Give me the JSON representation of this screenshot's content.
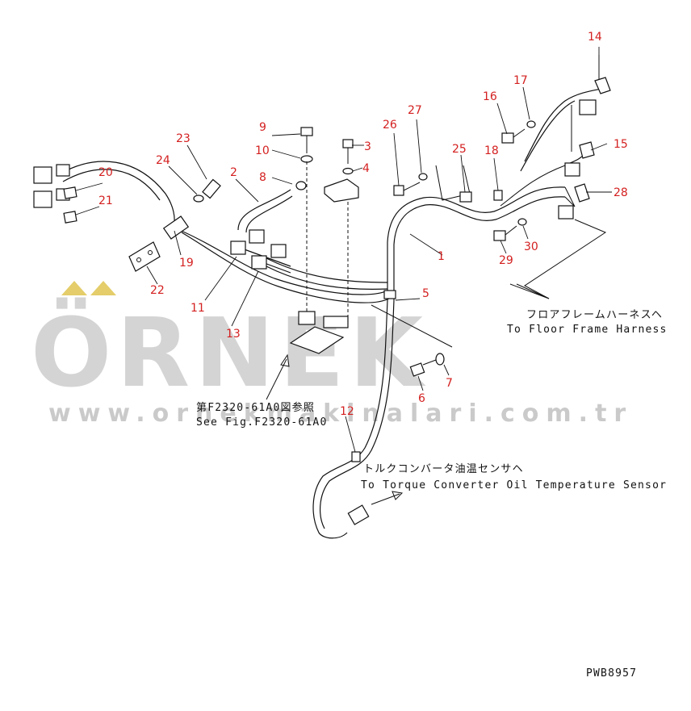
{
  "drawing_code": "PWB8957",
  "callouts": {
    "c1": "1",
    "c2": "2",
    "c3": "3",
    "c4": "4",
    "c5": "5",
    "c6": "6",
    "c7": "7",
    "c8": "8",
    "c9": "9",
    "c10": "10",
    "c11": "11",
    "c12": "12",
    "c13": "13",
    "c14": "14",
    "c15": "15",
    "c16": "16",
    "c17": "17",
    "c18": "18",
    "c19": "19",
    "c20": "20",
    "c21": "21",
    "c22": "22",
    "c23": "23",
    "c24": "24",
    "c25": "25",
    "c26": "26",
    "c27": "27",
    "c28": "28",
    "c29": "29",
    "c30": "30"
  },
  "notes": {
    "floor_frame_jp": "フロアフレームハーネスヘ",
    "floor_frame_en": "To Floor Frame Harness",
    "fig_ref_jp": "第F2320-61A0図参照",
    "fig_ref_en": "See Fig.F2320-61A0",
    "torque_jp": "トルクコンバータ油温センサヘ",
    "torque_en": "To Torque Converter Oil Temperature Sensor"
  },
  "watermark": {
    "brand": "ÖRNEK",
    "url": "www.ornekmakinalari.com.tr",
    "colors": {
      "text": "#c4c4c4",
      "dots": "#e4cd6a"
    }
  },
  "colors": {
    "callout": "#d42020",
    "line": "#111111",
    "background": "#ffffff"
  }
}
